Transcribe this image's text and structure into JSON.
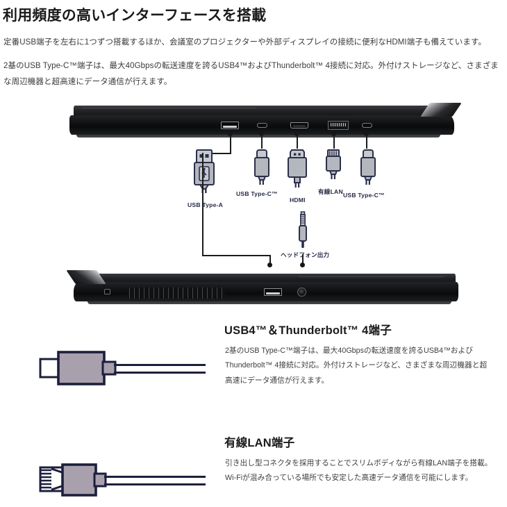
{
  "page": {
    "title": "利用頻度の高いインターフェースを搭載",
    "intro_paragraph_1": "定番USB端子を左右に1つずつ搭載するほか、会議室のプロジェクターや外部ディスプレイの接続に便利なHDMI端子も備えています。",
    "intro_paragraph_2": "2基のUSB Type-C™端子は、最大40Gbpsの転送速度を誇るUSB4™およびThunderbolt™ 4接続に対応。外付けストレージなど、さまざまな周辺機器と超高速にデータ通信が行えます。"
  },
  "diagram": {
    "top_laptop_alt": "ノートPC右側面の端子",
    "bottom_laptop_alt": "ノートPC左側面の端子",
    "connectors": [
      {
        "id": "usb-type-a",
        "label": "USB Type-A"
      },
      {
        "id": "usb-type-c-1",
        "label": "USB Type-C™"
      },
      {
        "id": "hdmi",
        "label": "HDMI"
      },
      {
        "id": "wired-lan",
        "label": "有線LAN"
      },
      {
        "id": "usb-type-c-2",
        "label": "USB Type-C™"
      },
      {
        "id": "headphone-out",
        "label": "ヘッドフォン出力"
      }
    ]
  },
  "features": [
    {
      "id": "usb4-thunderbolt",
      "title": "USB4™＆Thunderbolt™ 4端子",
      "body": "2基のUSB Type-C™端子は、最大40Gbpsの転送速度を誇るUSB4™およびThunderbolt™ 4接続に対応。外付けストレージなど、さまざまな周辺機器と超高速にデータ通信が行えます。",
      "icon": "usb-c-cable-icon"
    },
    {
      "id": "wired-lan",
      "title": "有線LAN端子",
      "body": "引き出し型コネクタを採用することでスリムボディながら有線LAN端子を搭載。Wi-Fiが混み合っている場所でも安定した高速データ通信を可能にします。",
      "icon": "rj45-cable-icon"
    }
  ],
  "colors": {
    "heading": "#1a1a1a",
    "body_text": "#3d3d3d",
    "connector_outline": "#1c1f3d",
    "connector_fill": "#a9a0ae",
    "diagram_icon_fill": "#b4b7bd",
    "diagram_icon_outline": "#2b2f4a",
    "background": "#ffffff"
  }
}
